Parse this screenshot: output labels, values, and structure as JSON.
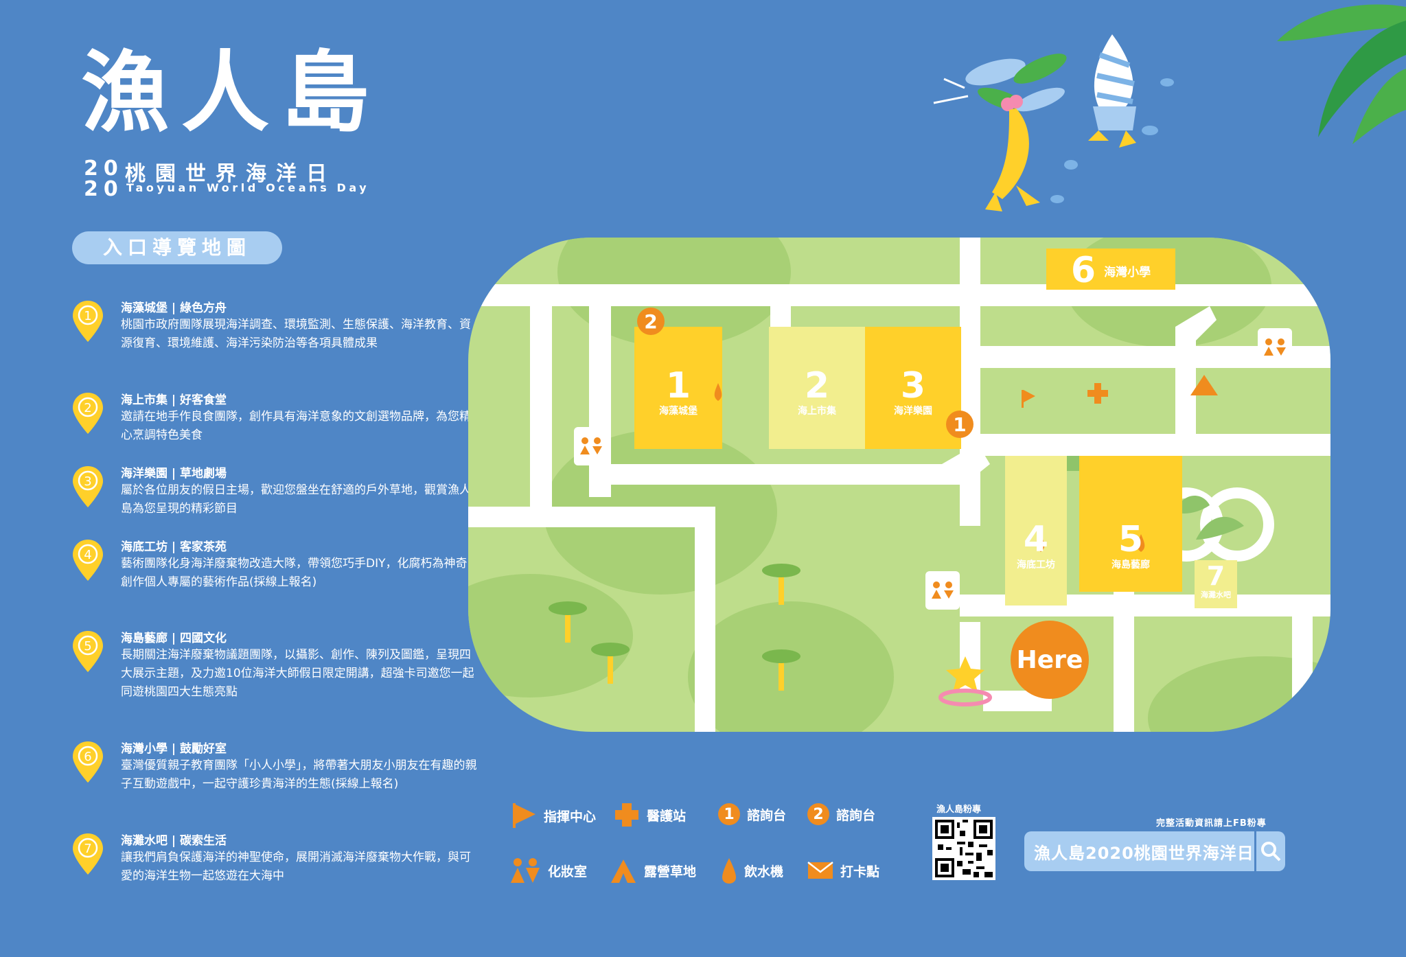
{
  "header": {
    "logo_title": "漁人島",
    "year_top": "20",
    "year_bottom": "20",
    "subtitle_cn": "桃園世界海洋日",
    "subtitle_en": "Taoyuan World Oceans Day",
    "map_heading": "入口導覽地圖"
  },
  "zones": [
    {
      "num": "1",
      "title": "海藻城堡 | 綠色方舟",
      "desc": "桃園市政府團隊展現海洋調查、環境監測、生態保護、海洋教育、資源復育、環境維護、海洋污染防治等各項具體成果"
    },
    {
      "num": "2",
      "title": "海上市集 | 好客食堂",
      "desc": "邀請在地手作良食團隊，創作具有海洋意象的文創選物品牌，為您精心烹調特色美食"
    },
    {
      "num": "3",
      "title": "海洋樂園 | 草地劇場",
      "desc": "屬於各位朋友的假日主場，歡迎您盤坐在舒適的戶外草地，觀賞漁人島為您呈現的精彩節目"
    },
    {
      "num": "4",
      "title": "海底工坊 | 客家茶苑",
      "desc": "藝術團隊化身海洋廢棄物改造大隊，帶領您巧手DIY，化腐朽為神奇，創作個人專屬的藝術作品(採線上報名)"
    },
    {
      "num": "5",
      "title": "海島藝廊 | 四國文化",
      "desc": "長期關注海洋廢棄物議題團隊，以攝影、創作、陳列及圖鑑，呈現四大展示主題，及力邀10位海洋大師假日限定開講，超強卡司邀您一起同遊桃園四大生態亮點"
    },
    {
      "num": "6",
      "title": "海灣小學 | 鼓勵好室",
      "desc": "臺灣優質親子教育團隊「小人小學」，將帶著大朋友小朋友在有趣的親子互動遊戲中，一起守護珍貴海洋的生態(採線上報名)"
    },
    {
      "num": "7",
      "title": "海灘水吧 | 碳索生活",
      "desc": "讓我們肩負保護海洋的神聖使命，展開消滅海洋廢棄物大作戰，與可愛的海洋生物一起悠遊在大海中"
    }
  ],
  "map": {
    "b1_num": "1",
    "b1_label": "海藻城堡",
    "b2_num": "2",
    "b2_label": "海上市集",
    "b3_num": "3",
    "b3_label": "海洋樂園",
    "b4_num": "4",
    "b4_label": "海底工坊",
    "b5_num": "5",
    "b5_label": "海島藝廊",
    "b6_num": "6",
    "b6_label": "海灣小學",
    "b7_num": "7",
    "b7_label": "海灘水吧",
    "info1": "1",
    "info2": "2",
    "here": "Here"
  },
  "legend": {
    "command": "指揮中心",
    "medical": "醫護站",
    "info1_num": "1",
    "info1": "諮詢台",
    "info2_num": "2",
    "info2": "諮詢台",
    "restroom": "化妝室",
    "camp": "露營草地",
    "water": "飲水機",
    "checkin": "打卡點"
  },
  "social": {
    "qr_label": "漁人島粉專",
    "fb_hint": "完整活動資訊請上FB粉專",
    "search_text": "漁人島2020桃園世界海洋日"
  },
  "colors": {
    "background": "#4f86c6",
    "pin_yellow": "#ffd02a",
    "orange": "#f08c1e",
    "grass": "#bedd8b",
    "building_yellow": "#ffd02a",
    "building_light": "#f2ee8e"
  }
}
